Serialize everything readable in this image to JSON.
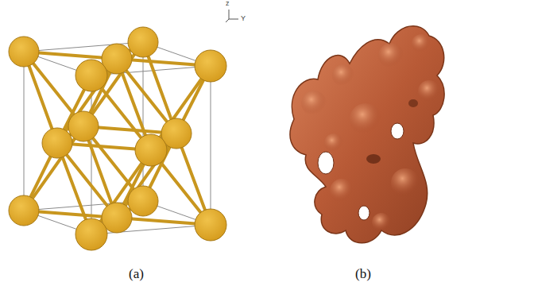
{
  "diagram": {
    "labels": [
      "z",
      "Y",
      "(a)",
      "(b)"
    ]
  }
}
